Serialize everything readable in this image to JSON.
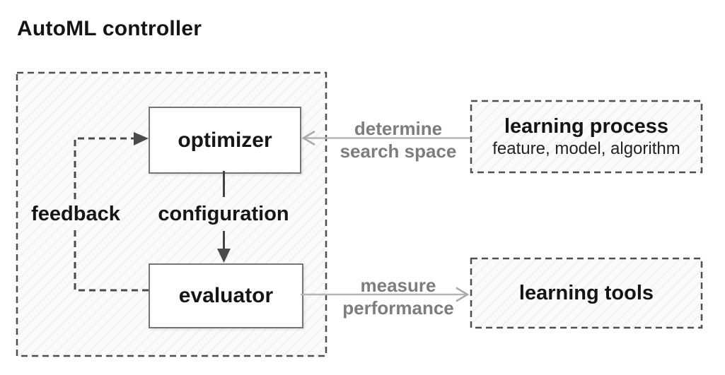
{
  "title": "AutoML controller",
  "controller": {
    "optimizer_label": "optimizer",
    "evaluator_label": "evaluator",
    "feedback_label": "feedback",
    "configuration_label": "configuration"
  },
  "connectors": {
    "determine_search_space": {
      "line1": "determine",
      "line2": "search space"
    },
    "measure_performance": {
      "line1": "measure",
      "line2": "performance"
    }
  },
  "external_nodes": {
    "learning_process": {
      "title": "learning process",
      "subtitle": "feature, model, algorithm"
    },
    "learning_tools": {
      "title": "learning tools"
    }
  },
  "colors": {
    "text_primary": "#161616",
    "text_muted": "#7d7d7d",
    "muted_line": "#b5b5b5",
    "dark_line": "#424242",
    "dashed_border": "#4f4f4f",
    "solid_node_border": "#757575",
    "hatch_fill": "#fbfbfb"
  }
}
